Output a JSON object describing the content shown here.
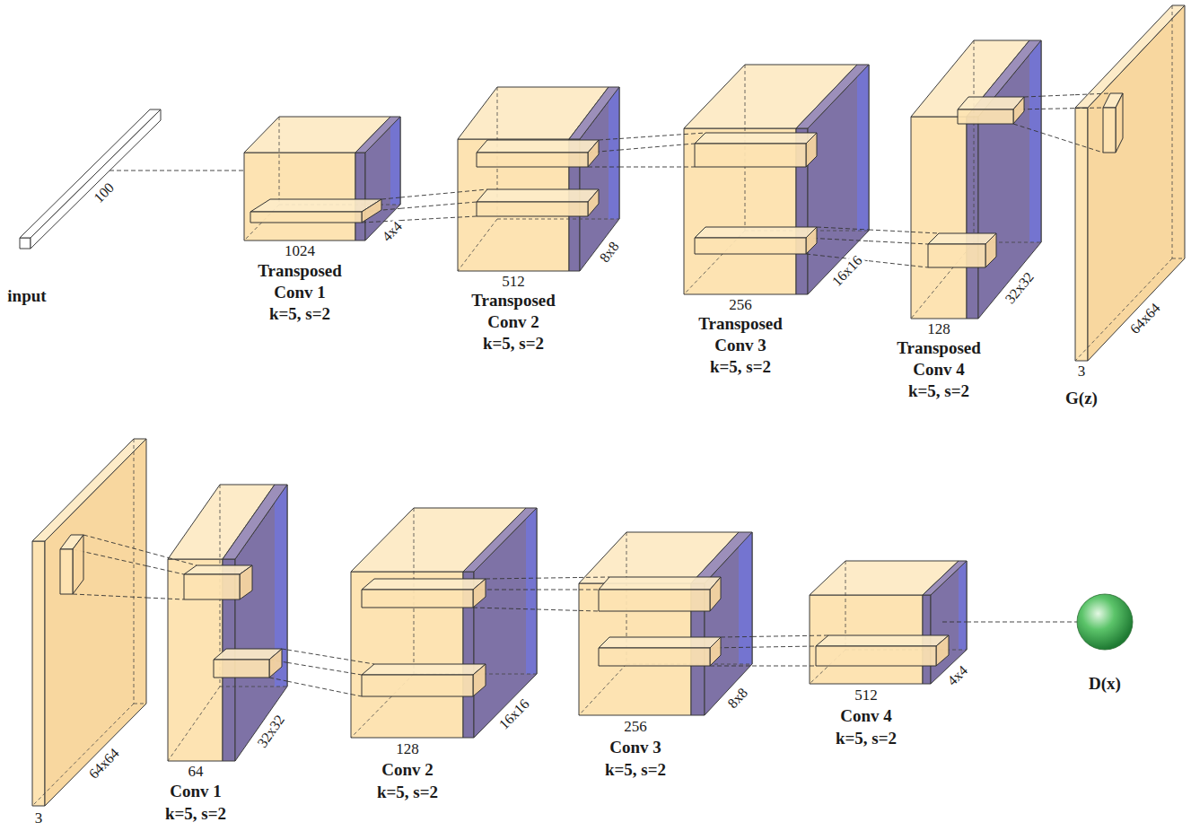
{
  "diagram": {
    "nodes": [
      {
        "text": [
          "100",
          "input"
        ]
      },
      {
        "text": [
          "1024",
          "4x4",
          "Transposed Conv 1",
          "k=5, s=2"
        ]
      },
      {
        "text": [
          "512",
          "8x8",
          "Transposed Conv 2",
          "k=5, s=2"
        ]
      },
      {
        "text": [
          "256",
          "16x16",
          "Transposed Conv 3",
          "k=5, s=2"
        ]
      },
      {
        "text": [
          "128",
          "32x32",
          "Transposed Conv 4",
          "k=5, s=2"
        ]
      },
      {
        "text": [
          "3",
          "64x64",
          "G(z)"
        ]
      },
      {
        "text": [
          "64x64",
          "3"
        ]
      },
      {
        "text": [
          "64",
          "32x32",
          "Conv 1",
          "k=5, s=2"
        ]
      },
      {
        "text": [
          "128",
          "16x16",
          "Conv 2",
          "k=5, s=2"
        ]
      },
      {
        "text": [
          "256",
          "8x8",
          "Conv 3",
          "k=5, s=2"
        ]
      },
      {
        "text": [
          "512",
          "4x4",
          "Conv 4",
          "k=5, s=2"
        ]
      },
      {
        "text": [
          "D(x)"
        ]
      }
    ],
    "edges": [
      {
        "from": 0,
        "to": 1,
        "arrow": "none"
      },
      {
        "from": 1,
        "to": 2,
        "arrow": "none"
      },
      {
        "from": 2,
        "to": 3,
        "arrow": "none"
      },
      {
        "from": 3,
        "to": 4,
        "arrow": "none"
      },
      {
        "from": 4,
        "to": 5,
        "arrow": "none"
      },
      {
        "from": 6,
        "to": 7,
        "arrow": "none"
      },
      {
        "from": 7,
        "to": 8,
        "arrow": "none"
      },
      {
        "from": 8,
        "to": 9,
        "arrow": "none"
      },
      {
        "from": 9,
        "to": 10,
        "arrow": "none"
      },
      {
        "from": 10,
        "to": 11,
        "arrow": "none"
      }
    ]
  }
}
